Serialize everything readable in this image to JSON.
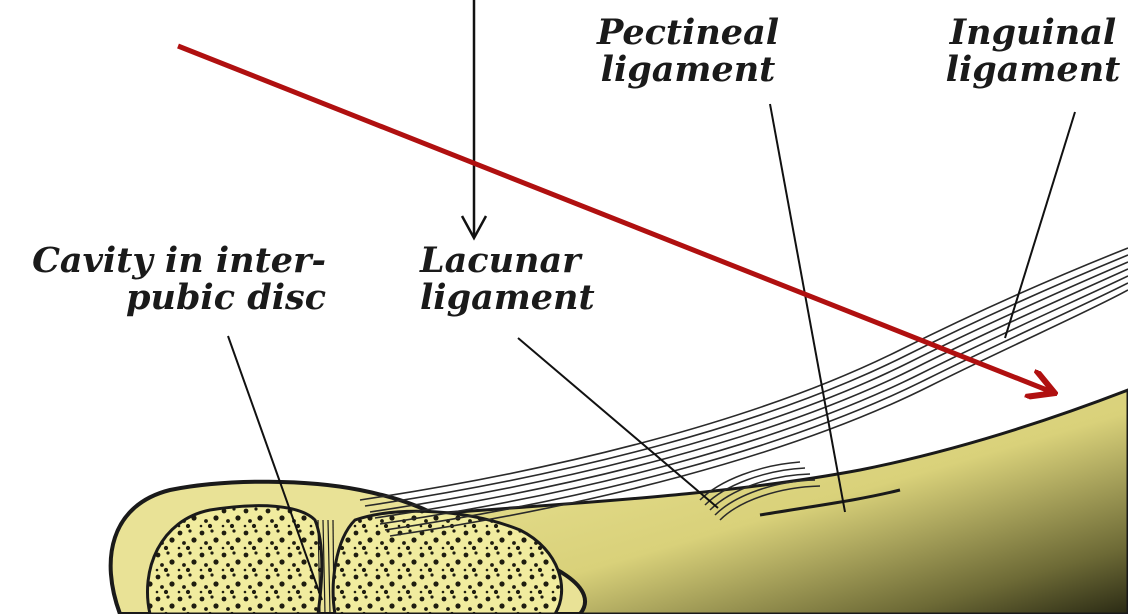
{
  "labels": {
    "pectineal": [
      "Pectineal",
      "ligament"
    ],
    "inguinal": [
      "Inguinal",
      "ligament"
    ],
    "cavity": [
      "Cavity in inter-",
      "pubic disc"
    ],
    "lacunar": [
      "Lacunar",
      "ligament"
    ]
  },
  "colors": {
    "bone": "#ece79a",
    "bone_dark": "#2a2a14",
    "ink": "#1a1a1a",
    "annotation_arrow": "#b01010"
  }
}
